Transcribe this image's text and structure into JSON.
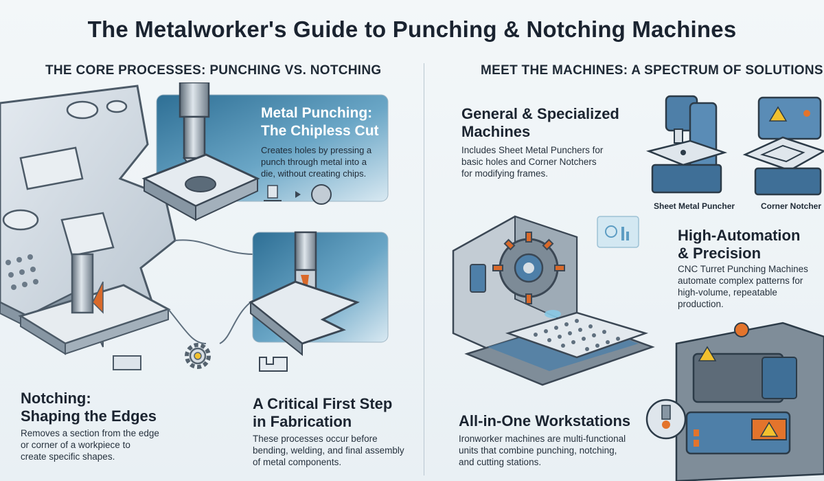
{
  "title": "The Metalworker's Guide to Punching & Notching Machines",
  "left": {
    "heading": "THE CORE PROCESSES: PUNCHING VS. NOTCHING",
    "punching": {
      "title_line1": "Metal Punching:",
      "title_line2": "The Chipless Cut",
      "desc_line1": "Creates holes by pressing a",
      "desc_line2": "punch through metal into a",
      "desc_line3": "die, without creating chips."
    },
    "notching": {
      "title_line1": "Notching:",
      "title_line2": "Shaping the Edges",
      "desc_line1": "Removes a section from the edge",
      "desc_line2": "or corner of a workpiece to",
      "desc_line3": "create specific shapes."
    },
    "first_step": {
      "title_line1": "A Critical First Step",
      "title_line2": "in Fabrication",
      "desc_line1": "These processes occur before",
      "desc_line2": "bending, welding, and final assembly",
      "desc_line3": "of metal components."
    }
  },
  "right": {
    "heading": "MEET THE MACHINES: A SPECTRUM OF SOLUTIONS",
    "general": {
      "title_line1": "General & Specialized",
      "title_line2": "Machines",
      "desc_line1": "Includes Sheet Metal Punchers for",
      "desc_line2": "basic holes and Corner Notchers",
      "desc_line3": "for modifying frames."
    },
    "sheet_metal_puncher": "Sheet Metal Puncher",
    "corner_notcher": "Corner Notcher",
    "automation": {
      "title_line1": "High-Automation",
      "title_line2": "& Precision",
      "desc_line1": "CNC Turret Punching Machines",
      "desc_line2": "automate complex patterns for",
      "desc_line3": "high-volume, repeatable production."
    },
    "workstations": {
      "title": "All-in-One Workstations",
      "desc_line1": "Ironworker machines are multi-functional",
      "desc_line2": "units that combine punching, notching,",
      "desc_line3": "and cutting stations."
    }
  },
  "colors": {
    "steel": "#c9d3dc",
    "steel_dark": "#5f6f7e",
    "machine_blue": "#4e7fa8",
    "accent_orange": "#e3742c",
    "warning_yellow": "#f2c12e",
    "panel_teal": "#2f7fa6"
  }
}
